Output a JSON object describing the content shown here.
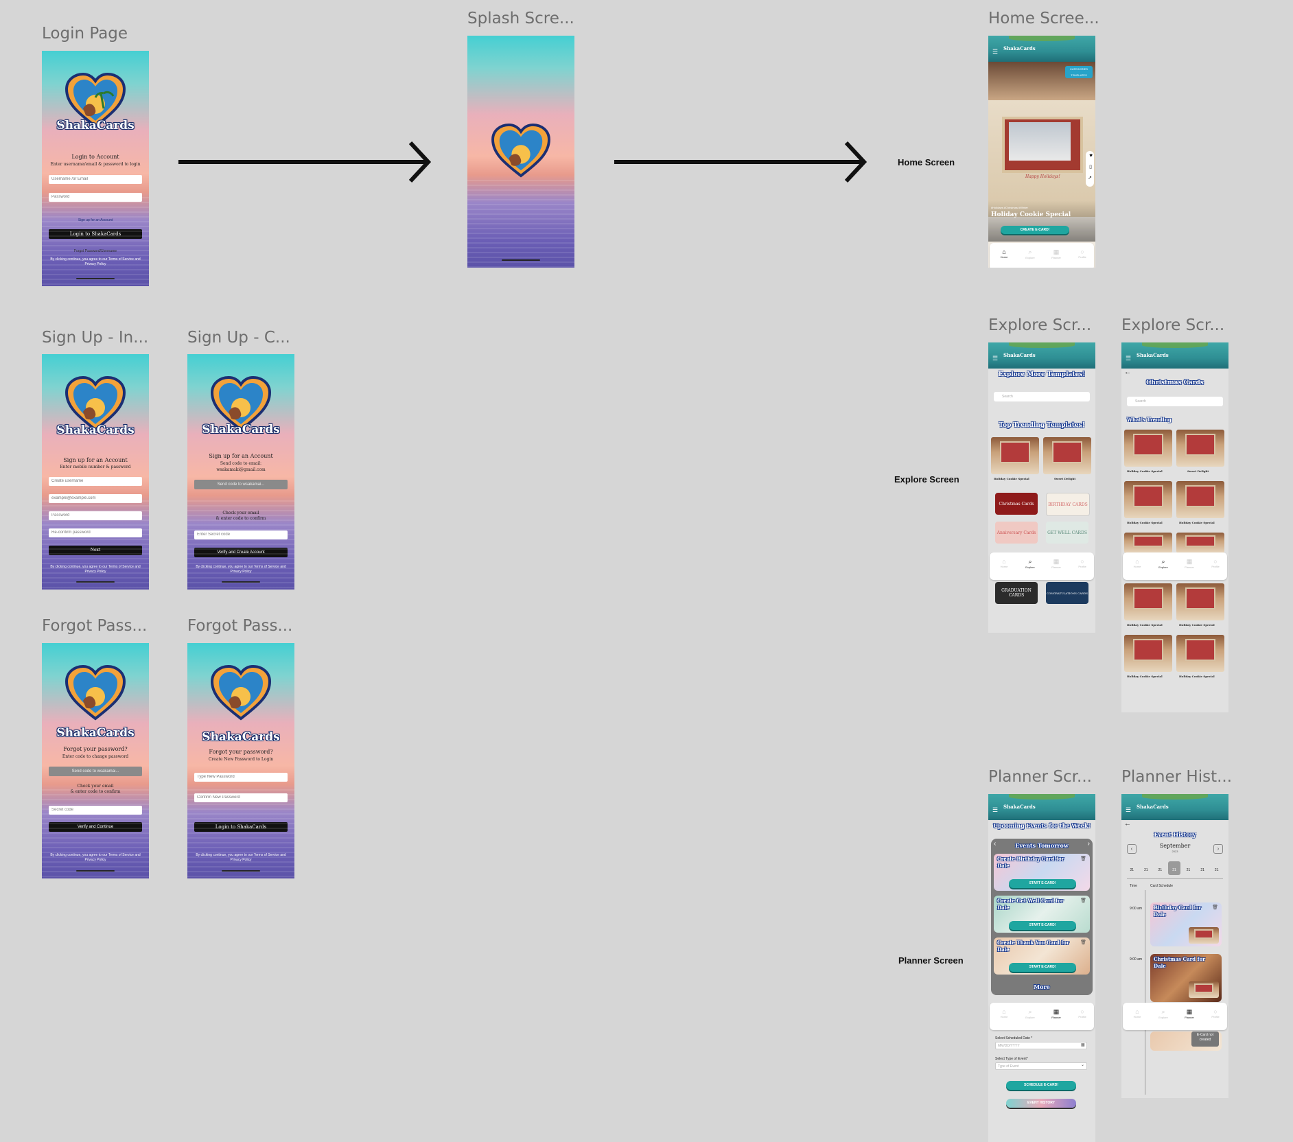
{
  "frames": {
    "login_label": "Login Page",
    "splash_label": "Splash Scre...",
    "home_label": "Home Scree...",
    "signup_info_label": "Sign Up - In...",
    "signup_code_label": "Sign Up - C...",
    "forgot1_label": "Forgot Pass...",
    "forgot2_label": "Forgot Pass...",
    "explore1_label": "Explore Scr...",
    "explore2_label": "Explore Scr...",
    "planner_label": "Planner Scr...",
    "planner_history_label": "Planner Hist..."
  },
  "side_labels": {
    "home": "Home Screen",
    "explore": "Explore Screen",
    "planner": "Planner Screen"
  },
  "brand": "ShakaCards",
  "login": {
    "title": "Login to Account",
    "subtitle": "Enter username/email & password to login",
    "username_placeholder": "Username /or Email",
    "password_placeholder": "Password",
    "signup_link": "Sign up for an Account",
    "login_button": "Login to ShakaCards",
    "forgot_link": "Forgot Password/Username",
    "terms": "By clicking continue, you agree to our Terms of Service and Privacy Policy"
  },
  "signup_info": {
    "title": "Sign up for an Account",
    "subtitle": "Enter mobile number & password",
    "username_placeholder": "Create username",
    "email_placeholder": "example@example.com",
    "password_placeholder": "Password",
    "confirm_placeholder": "Re-confirm password",
    "next_button": "Next",
    "terms": "By clicking continue, you agree to our Terms of Service and Privacy Policy"
  },
  "signup_code": {
    "title": "Sign up for an Account",
    "subtitle": "Send code to email:",
    "email": "wsakamaki@gmail.com",
    "send_button": "Send code to wsakamai...",
    "check_text": "Check your email",
    "check_text2": "& enter code to confirm",
    "code_placeholder": "Enter Secret code",
    "verify_button": "Verify and Create Account",
    "terms": "By clicking continue, you agree to our Terms of Service and Privacy Policy"
  },
  "forgot1": {
    "title": "Forgot your password?",
    "subtitle": "Enter code to change password",
    "send_button": "Send code to wsakamai...",
    "check_text": "Check your email",
    "check_text2": "& enter code to confirm",
    "code_placeholder": "Secret code",
    "verify_button": "Verify and Continue",
    "terms": "By clicking continue, you agree to our Terms of Service and Privacy Policy"
  },
  "forgot2": {
    "title": "Forgot your password?",
    "subtitle": "Create New Password to Login",
    "new_placeholder": "Type New Password",
    "confirm_placeholder": "Confirm New Password",
    "login_button": "Login to ShakaCards",
    "terms": "By clicking continue, you agree to our Terms of Service and Privacy Policy"
  },
  "home": {
    "categories_button": "CATEGORIES TEMPLATES",
    "greeting": "Happy Holidays!",
    "tag": "#Holidays #Christmas #Winter",
    "card_title": "Holiday Cookie Special",
    "create_button": "CREATE E-CARD!"
  },
  "nav": {
    "home": "Home",
    "explore": "Explore",
    "planner": "Planner",
    "profile": "Profile"
  },
  "explore1": {
    "heading": "Explore More Templates!",
    "search_placeholder": "Search",
    "trending_heading": "Top Trending Templates!",
    "thumb1": "Holiday Cookie Special",
    "thumb2": "Sweet Delight",
    "tiles": [
      "Christmas Cards",
      "BIRTHDAY CARDS",
      "Anniversary Cards",
      "GET WELL CARDS",
      "GRADUATION CARDS",
      "CONGRATULATIONS CARDS"
    ]
  },
  "explore2": {
    "heading": "Christmas Cards",
    "search_placeholder": "Search",
    "trending": "What's Trending",
    "thumb1": "Holiday Cookie Special",
    "thumb2": "Sweet Delight",
    "thumb_generic": "Holiday Cookie Special"
  },
  "planner": {
    "heading": "Upcoming Events for the Week!",
    "panel_title": "Events Tomorrow",
    "ev1": "Create Birthday Card for Dale",
    "ev2": "Create Get Well Card for Dale",
    "ev3": "Create Thank You Card for Dale",
    "start": "START E-CARD!",
    "more": "More",
    "date_label": "Select Scheduled Date *",
    "date_placeholder": "MM/DD/YYYY",
    "type_label": "Select Type of Event*",
    "type_placeholder": "Type of Event",
    "schedule_button": "SCHEDULE E-CARD!",
    "history_button": "EVENT HISTORY"
  },
  "history": {
    "heading": "Event History",
    "month": "September",
    "year": "2023",
    "days": [
      "21",
      "21",
      "21",
      "21",
      "21",
      "21",
      "21"
    ],
    "time_col": "Time",
    "schedule_col": "Card Schedule",
    "t1": "9:00 am",
    "t2": "9:00 am",
    "c1": "Birthday Card for Dale",
    "c2": "Christmas Card for Dale",
    "not_created": "E-Card not created"
  }
}
